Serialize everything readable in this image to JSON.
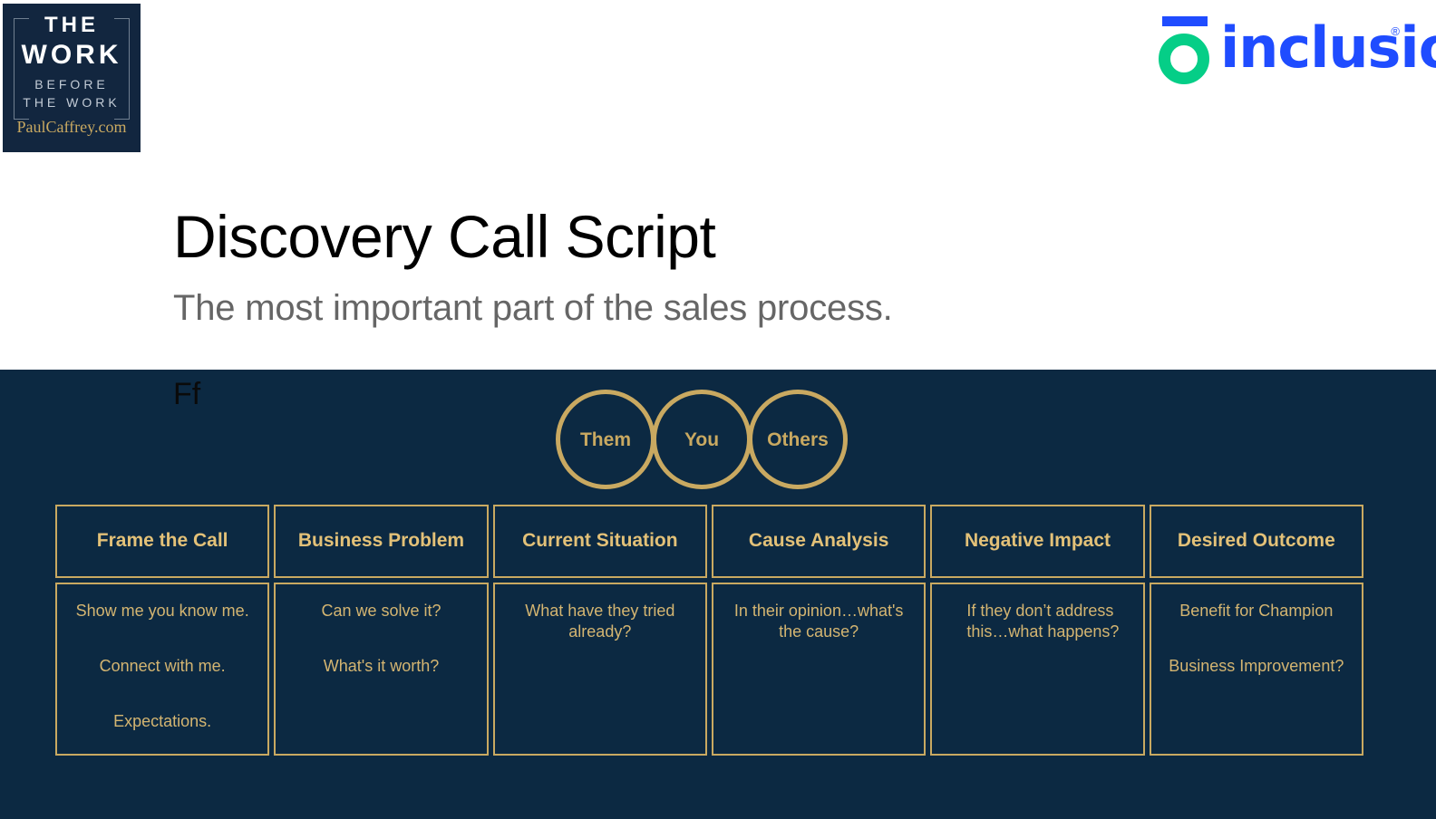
{
  "brand_badge": {
    "line1": "THE",
    "line2": "WORK",
    "line3": "BEFORE",
    "line4": "THE WORK",
    "url": "PaulCaffrey.com",
    "background_color": "#12263f",
    "url_color": "#c9a961"
  },
  "logo": {
    "wordmark": "inclusio",
    "registered_mark": "®",
    "bar_color": "#1f4cff",
    "ring_color": "#05ce87",
    "word_color": "#1f4cff"
  },
  "header": {
    "title": "Discovery Call Script",
    "subtitle": "The most important part of the sales process.",
    "title_color": "#000000",
    "subtitle_color": "#666666"
  },
  "panel": {
    "background_color": "#0c2942",
    "accent_color": "#c9a961",
    "stray_text": "Ff"
  },
  "venn": {
    "circles": [
      {
        "label": "Them"
      },
      {
        "label": "You"
      },
      {
        "label": "Others"
      }
    ]
  },
  "table": {
    "columns": [
      {
        "header": "Frame the Call",
        "align": "center",
        "lines": [
          "Show me you know me.",
          "Connect with me.",
          "Expectations."
        ]
      },
      {
        "header": "Business Problem",
        "align": "center",
        "lines": [
          "Can we solve it?",
          "What's it worth?"
        ]
      },
      {
        "header": "Current Situation",
        "align": "center",
        "lines": [
          "What have they tried already?"
        ]
      },
      {
        "header": "Cause Analysis",
        "align": "center",
        "lines": [
          "In their opinion…what's the cause?"
        ]
      },
      {
        "header": "Negative Impact",
        "align": "left",
        "lines": [
          "If they don’t address this…what happens?"
        ]
      },
      {
        "header": "Desired Outcome",
        "align": "center",
        "lines": [
          "Benefit for Champion",
          "Business Improvement?"
        ]
      }
    ]
  }
}
